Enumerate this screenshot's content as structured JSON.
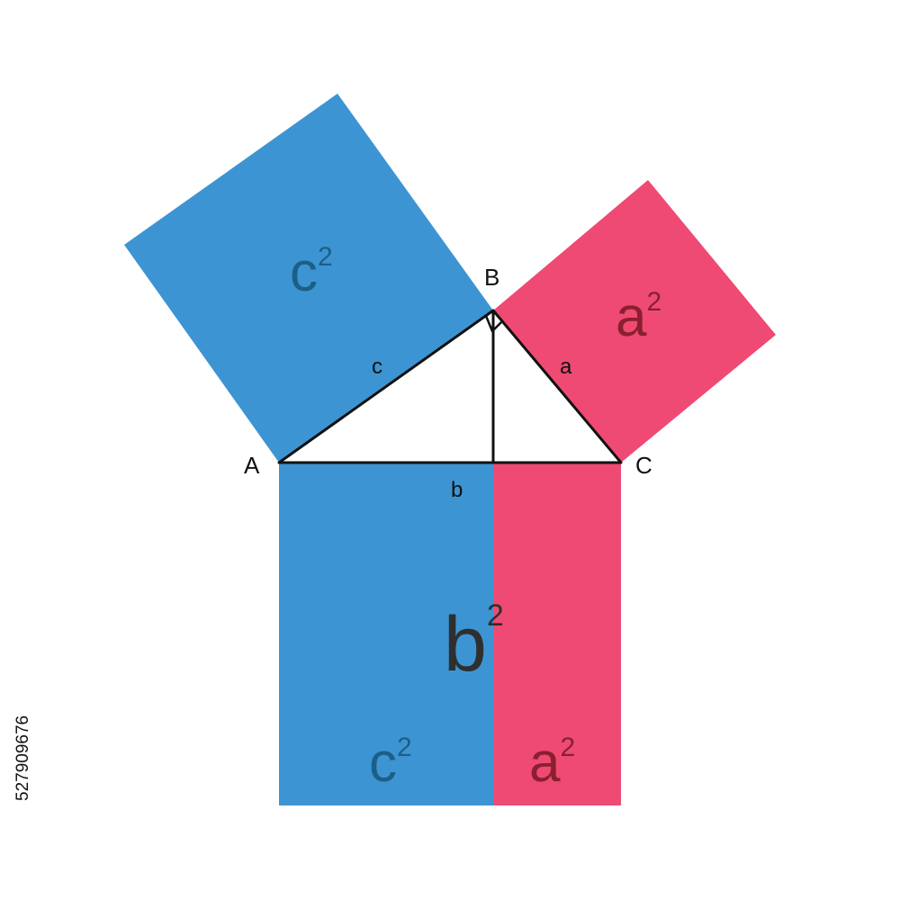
{
  "colors": {
    "blue": "#3d94d2",
    "pink": "#ee4a73",
    "blue_label": "#1c5f86",
    "pink_label": "#8a1f30",
    "dark_label": "#2f2f2f",
    "line": "#111111"
  },
  "vertices": {
    "A": "A",
    "B": "B",
    "C": "C"
  },
  "sides": {
    "a": "a",
    "b": "b",
    "c": "c"
  },
  "squares": {
    "on_c": {
      "base": "c",
      "exp": "2"
    },
    "on_a": {
      "base": "a",
      "exp": "2"
    },
    "on_b": {
      "base": "b",
      "exp": "2"
    }
  },
  "parts": {
    "left": {
      "base": "c",
      "exp": "2"
    },
    "right": {
      "base": "a",
      "exp": "2"
    }
  },
  "stock_id": "527909676",
  "marks": {
    "right_angle": "B",
    "altitude_from": "B"
  }
}
